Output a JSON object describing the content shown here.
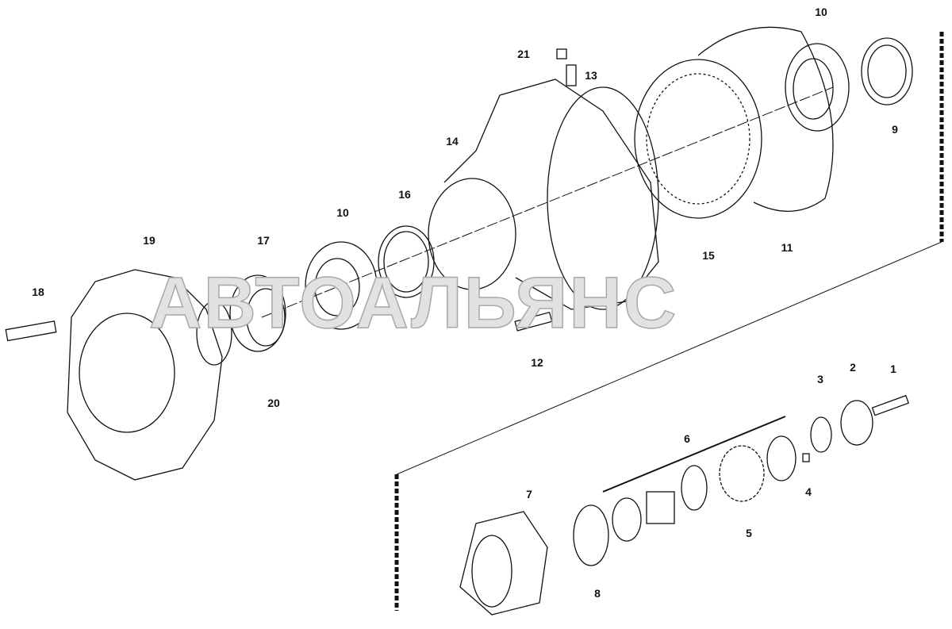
{
  "watermark": "АВТОАЛЬЯНС",
  "labels": {
    "p21": "21",
    "p13": "13",
    "p10a": "10",
    "p9": "9",
    "p14": "14",
    "p16": "16",
    "p10b": "10",
    "p17": "17",
    "p19": "19",
    "p18": "18",
    "p15": "15",
    "p11": "11",
    "p12": "12",
    "p20": "20",
    "p1": "1",
    "p2": "2",
    "p3": "3",
    "p6": "6",
    "p4": "4",
    "p5": "5",
    "p7": "7",
    "p8": "8"
  }
}
